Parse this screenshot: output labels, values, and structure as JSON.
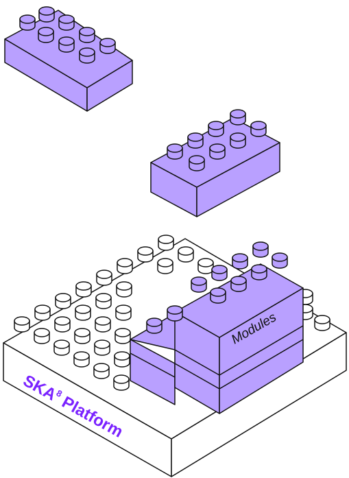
{
  "labels": {
    "platform": "SKA",
    "platform_superscript": "8",
    "platform_suffix": " Platform",
    "modules": "Modules"
  },
  "colors": {
    "brick_fill": "#b9a0ff",
    "platform_fill": "#ffffff",
    "stroke": "#111111",
    "label_accent": "#7a22ff"
  }
}
